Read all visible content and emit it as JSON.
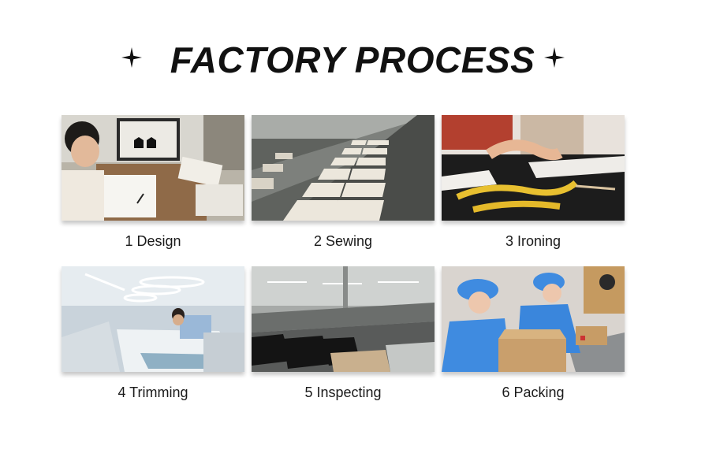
{
  "header": {
    "title": "FACTORY PROCESS",
    "left_icon": "sparkle-icon",
    "right_icon": "sparkle-icon"
  },
  "steps": [
    {
      "label": "1 Design",
      "photo": "designer-sketching-photo"
    },
    {
      "label": "2 Sewing",
      "photo": "sewing-conveyor-line-photo"
    },
    {
      "label": "3 Ironing",
      "photo": "measuring-tape-fabric-photo"
    },
    {
      "label": "4 Trimming",
      "photo": "cutting-table-worker-photo"
    },
    {
      "label": "5 Inspecting",
      "photo": "garment-inspection-table-photo"
    },
    {
      "label": "6 Packing",
      "photo": "workers-packing-boxes-photo"
    }
  ]
}
